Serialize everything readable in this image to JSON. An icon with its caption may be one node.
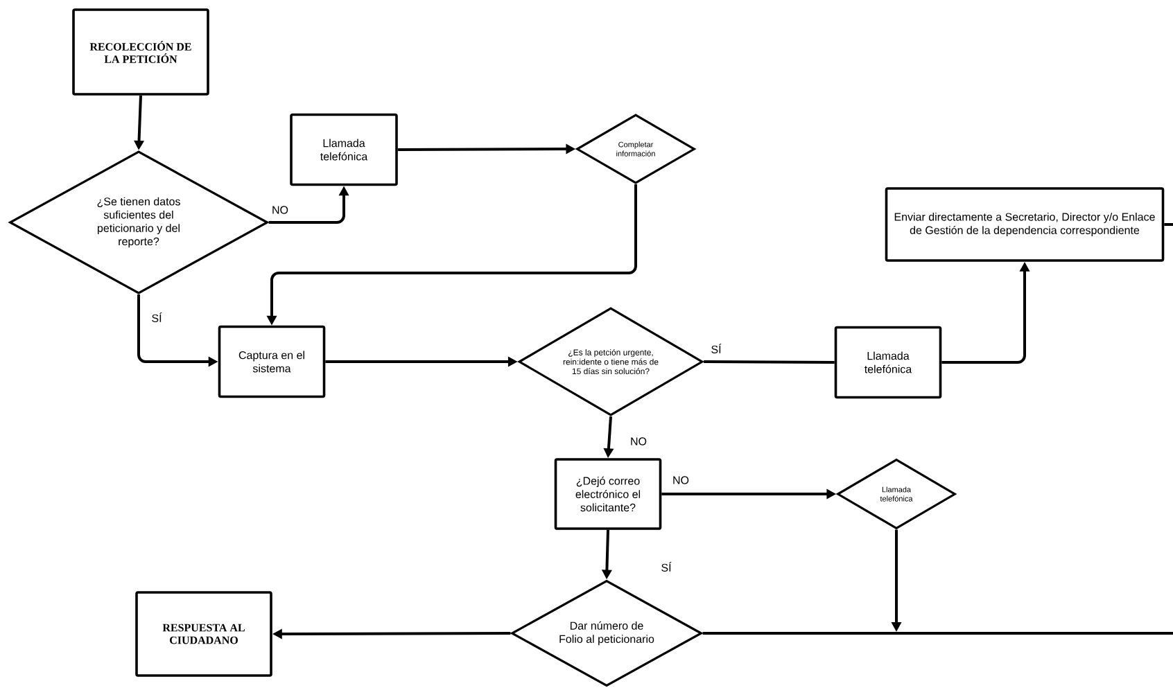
{
  "diagram": {
    "nodes": [
      {
        "text": [
          "RECOLECCIÓN DE LA PETICIÓN"
        ]
      },
      {
        "text": [
          "¿Se tienen datos suficientes del peticionario y del reporte?"
        ]
      },
      {
        "text": [
          "Llamada telefónica"
        ]
      },
      {
        "text": [
          "Completar información"
        ]
      },
      {
        "text": [
          "Captura en el sistema"
        ]
      },
      {
        "text": [
          "¿Es la petción urgente, rein:idente o tiene más de 15 días sin solución?"
        ]
      },
      {
        "text": [
          "Llamada telefónica"
        ]
      },
      {
        "text": [
          "Enviar directamente a Secretario, Director y/o Enlace de Gestión de la dependencia correspondiente"
        ]
      },
      {
        "text": [
          "¿Dejó correo electrónico el solicitante?"
        ]
      },
      {
        "text": [
          "Llamada telefónica"
        ]
      },
      {
        "text": [
          "Dar número de Folio al peticionario"
        ]
      },
      {
        "text": [
          "RESPUESTA AL CIUDADANO"
        ]
      }
    ],
    "edges": [
      {
        "from": 0,
        "to": 1,
        "arrow": "to"
      },
      {
        "from": 1,
        "to": 2,
        "arrow": "to",
        "label": "NO"
      },
      {
        "from": 2,
        "to": 3,
        "arrow": "to"
      },
      {
        "from": 3,
        "to": 4,
        "arrow": "to"
      },
      {
        "from": 1,
        "to": 4,
        "arrow": "to",
        "label": "SÍ"
      },
      {
        "from": 4,
        "to": 5,
        "arrow": "to"
      },
      {
        "from": 5,
        "to": 6,
        "arrow": "none",
        "label": "SÍ"
      },
      {
        "from": 6,
        "to": 7,
        "arrow": "to"
      },
      {
        "from": 7,
        "to": null,
        "arrow": "none"
      },
      {
        "from": 5,
        "to": 8,
        "arrow": "to",
        "label": "NO"
      },
      {
        "from": 8,
        "to": 9,
        "arrow": "to",
        "label": "NO"
      },
      {
        "from": 8,
        "to": 10,
        "arrow": "to",
        "label": "SÍ"
      },
      {
        "from": 10,
        "to": 11,
        "arrow": "to"
      },
      {
        "from": 10,
        "to": null,
        "arrow": "none"
      },
      {
        "from": 9,
        "to": null,
        "arrow": "to"
      }
    ]
  }
}
